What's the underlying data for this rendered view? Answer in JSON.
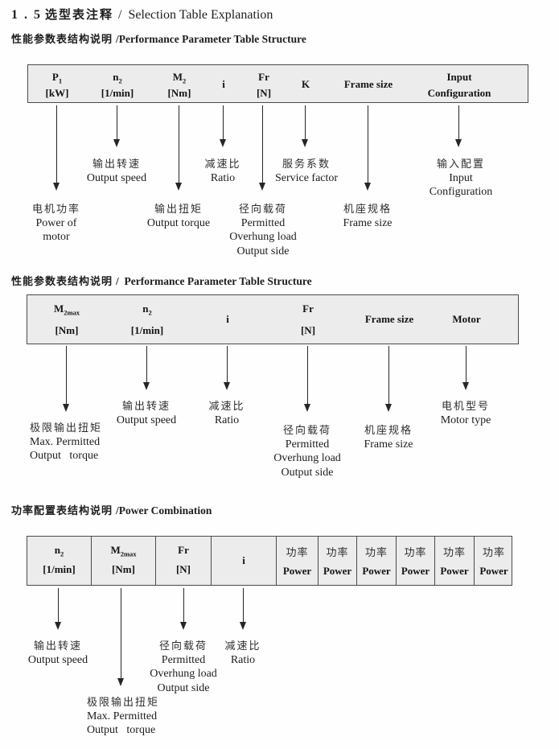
{
  "title": {
    "num": "1 . 5",
    "cjk": "选型表注释",
    "en": "/  Selection Table Explanation"
  },
  "colors": {
    "table_fill": "#ececec",
    "border": "#4a4a4a",
    "ink": "#1d1d1d"
  },
  "sections": [
    {
      "heading_cjk": "性能参数表结构说明",
      "heading_en": "/Performance Parameter Table Structure",
      "cols": [
        {
          "sym": "P",
          "sub": "1",
          "unit": "[kW]"
        },
        {
          "sym": "n",
          "sub": "2",
          "unit": "[1/min]"
        },
        {
          "sym": "M",
          "sub": "2",
          "unit": "[Nm]"
        },
        {
          "sym": "i"
        },
        {
          "sym": "Fr",
          "unit": "[N]"
        },
        {
          "sym": "K"
        },
        {
          "sym": "Frame size"
        },
        {
          "sym": "Input",
          "unit": "Configuration"
        }
      ],
      "labels": {
        "power_of_motor": [
          "电机功率",
          "Power of",
          "motor"
        ],
        "output_speed": [
          "输出转速",
          "Output speed"
        ],
        "output_torque": [
          "输出扭矩",
          "Output torque"
        ],
        "ratio": [
          "减速比",
          "Ratio"
        ],
        "overhung": [
          "径向载荷",
          "Permitted",
          "Overhung load",
          "Output side"
        ],
        "service_factor": [
          "服务系数",
          "Service factor"
        ],
        "frame_size": [
          "机座规格",
          "Frame size"
        ],
        "input_config": [
          "输入配置",
          "Input",
          "Configuration"
        ]
      }
    },
    {
      "heading_cjk": "性能参数表结构说明",
      "heading_en": "/  Performance Parameter Table Structure",
      "cols": [
        {
          "sym": "M",
          "sub": "2max",
          "unit": "[Nm]"
        },
        {
          "sym": "n",
          "sub": "2",
          "unit": "[1/min]"
        },
        {
          "sym": "i"
        },
        {
          "sym": "Fr",
          "unit": "[N]"
        },
        {
          "sym": "Frame size"
        },
        {
          "sym": "Motor"
        }
      ],
      "labels": {
        "max_torque": [
          "极限输出扭矩",
          "Max. Permitted",
          "Output   torque"
        ],
        "output_speed": [
          "输出转速",
          "Output speed"
        ],
        "ratio": [
          "减速比",
          "Ratio"
        ],
        "overhung": [
          "径向载荷",
          "Permitted",
          "Overhung load",
          "Output side"
        ],
        "frame_size": [
          "机座规格",
          "Frame size"
        ],
        "motor_type": [
          "电机型号",
          "Motor type"
        ]
      }
    },
    {
      "heading_cjk": "功率配置表结构说明",
      "heading_en": "/Power Combination",
      "cols": [
        {
          "sym": "n",
          "sub": "2",
          "unit": "[1/min]"
        },
        {
          "sym": "M",
          "sub": "2max",
          "unit": "[Nm]"
        },
        {
          "sym": "Fr",
          "unit": "[N]"
        },
        {
          "sym": "i"
        },
        {
          "cjk": "功率",
          "en": "Power"
        },
        {
          "cjk": "功率",
          "en": "Power"
        },
        {
          "cjk": "功率",
          "en": "Power"
        },
        {
          "cjk": "功率",
          "en": "Power"
        },
        {
          "cjk": "功率",
          "en": "Power"
        },
        {
          "cjk": "功率",
          "en": "Power"
        }
      ],
      "labels": {
        "output_speed": [
          "输出转速",
          "Output speed"
        ],
        "max_torque": [
          "极限输出扭矩",
          "Max. Permitted",
          "Output   torque"
        ],
        "overhung": [
          "径向载荷",
          "Permitted",
          "Overhung load",
          "Output side"
        ],
        "ratio": [
          "减速比",
          "Ratio"
        ]
      }
    }
  ]
}
